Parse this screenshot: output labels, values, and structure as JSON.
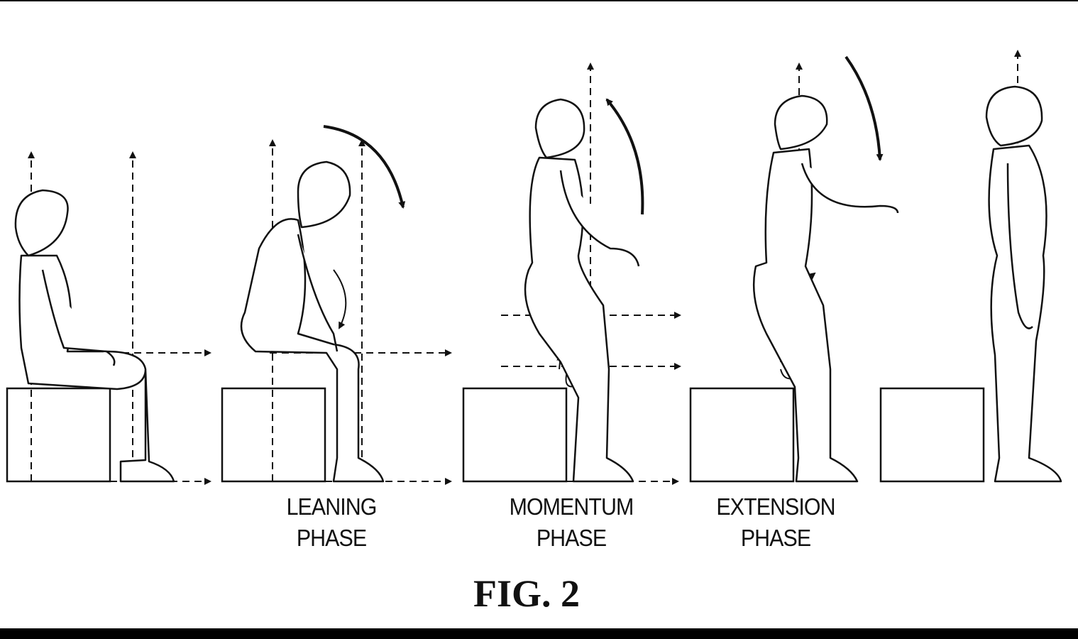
{
  "phases": [
    {
      "line1": "LEANING",
      "line2": "PHASE"
    },
    {
      "line1": "MOMENTUM",
      "line2": "PHASE"
    },
    {
      "line1": "EXTENSION",
      "line2": "PHASE"
    }
  ],
  "figure_caption": "FIG. 2"
}
